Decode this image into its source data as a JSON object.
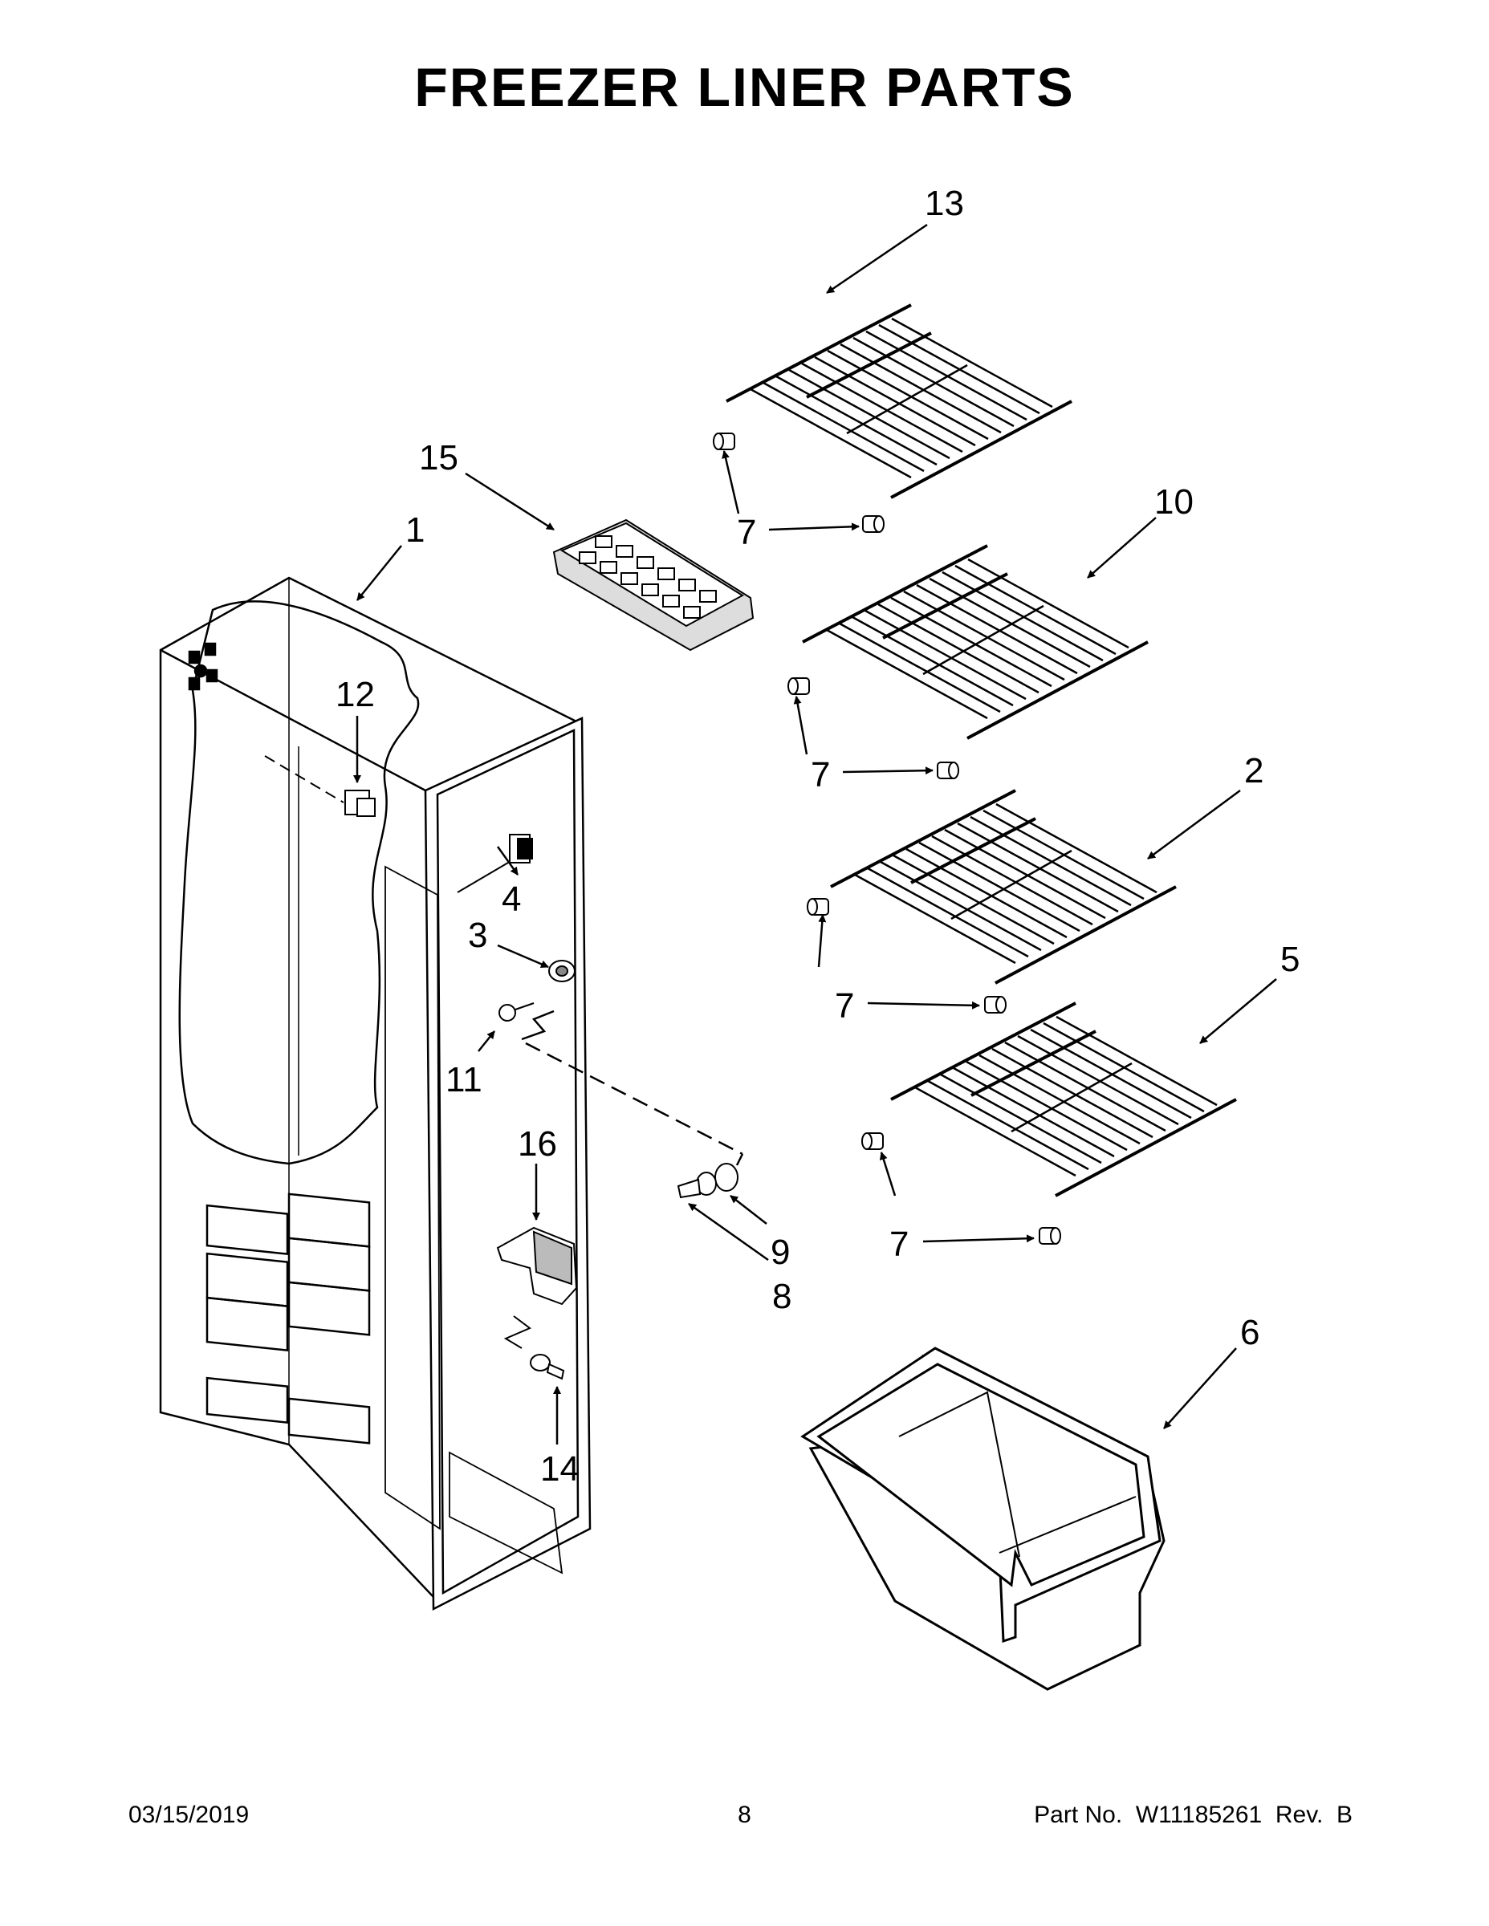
{
  "title": "FREEZER LINER PARTS",
  "callouts": {
    "c1": "1",
    "c2": "2",
    "c3": "3",
    "c4": "4",
    "c5": "5",
    "c6": "6",
    "c7": "7",
    "c8": "8",
    "c9": "9",
    "c10": "10",
    "c11": "11",
    "c12": "12",
    "c13": "13",
    "c14": "14",
    "c15": "15",
    "c16": "16"
  },
  "footer": {
    "date": "03/15/2019",
    "page": "8",
    "part": "Part No.  W11185261  Rev.  B"
  }
}
